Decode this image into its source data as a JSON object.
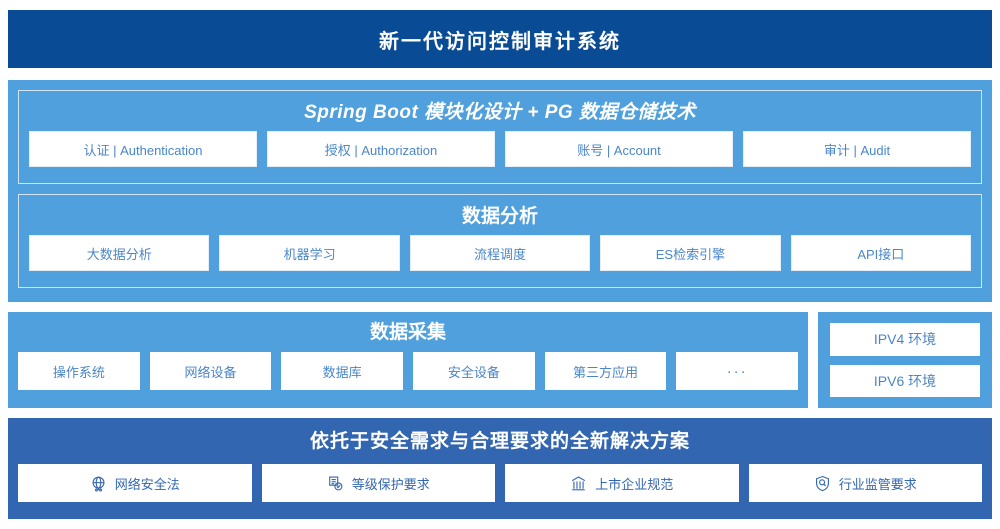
{
  "header": {
    "title": "新一代访问控制审计系统"
  },
  "platform": {
    "title": "Spring Boot 模块化设计 + PG 数据仓储技术",
    "items": [
      {
        "label": "认证 | Authentication"
      },
      {
        "label": "授权 | Authorization"
      },
      {
        "label": "账号 | Account"
      },
      {
        "label": "审计 | Audit"
      }
    ]
  },
  "analytics": {
    "title": "数据分析",
    "items": [
      {
        "label": "大数据分析"
      },
      {
        "label": "机器学习"
      },
      {
        "label": "流程调度"
      },
      {
        "label": "ES检索引擎"
      },
      {
        "label": "API接口"
      }
    ]
  },
  "collection": {
    "title": "数据采集",
    "items": [
      {
        "label": "操作系统"
      },
      {
        "label": "网络设备"
      },
      {
        "label": "数据库"
      },
      {
        "label": "安全设备"
      },
      {
        "label": "第三方应用"
      },
      {
        "label": "···"
      }
    ]
  },
  "environment": {
    "items": [
      {
        "label": "IPV4 环境"
      },
      {
        "label": "IPV6 环境"
      }
    ]
  },
  "solution": {
    "title": "依托于安全需求与合理要求的全新解决方案",
    "items": [
      {
        "label": "网络安全法",
        "icon": "globe-network-icon"
      },
      {
        "label": "等级保护要求",
        "icon": "document-check-icon"
      },
      {
        "label": "上市企业规范",
        "icon": "bank-building-icon"
      },
      {
        "label": "行业监管要求",
        "icon": "shield-search-icon"
      }
    ]
  },
  "colors": {
    "header_navy": "#0a4b96",
    "panel_blue": "#4fa0dc",
    "solution_blue": "#3366b0",
    "chip_text_blue": "#4a86c8",
    "chip_bg": "#ffffff"
  }
}
